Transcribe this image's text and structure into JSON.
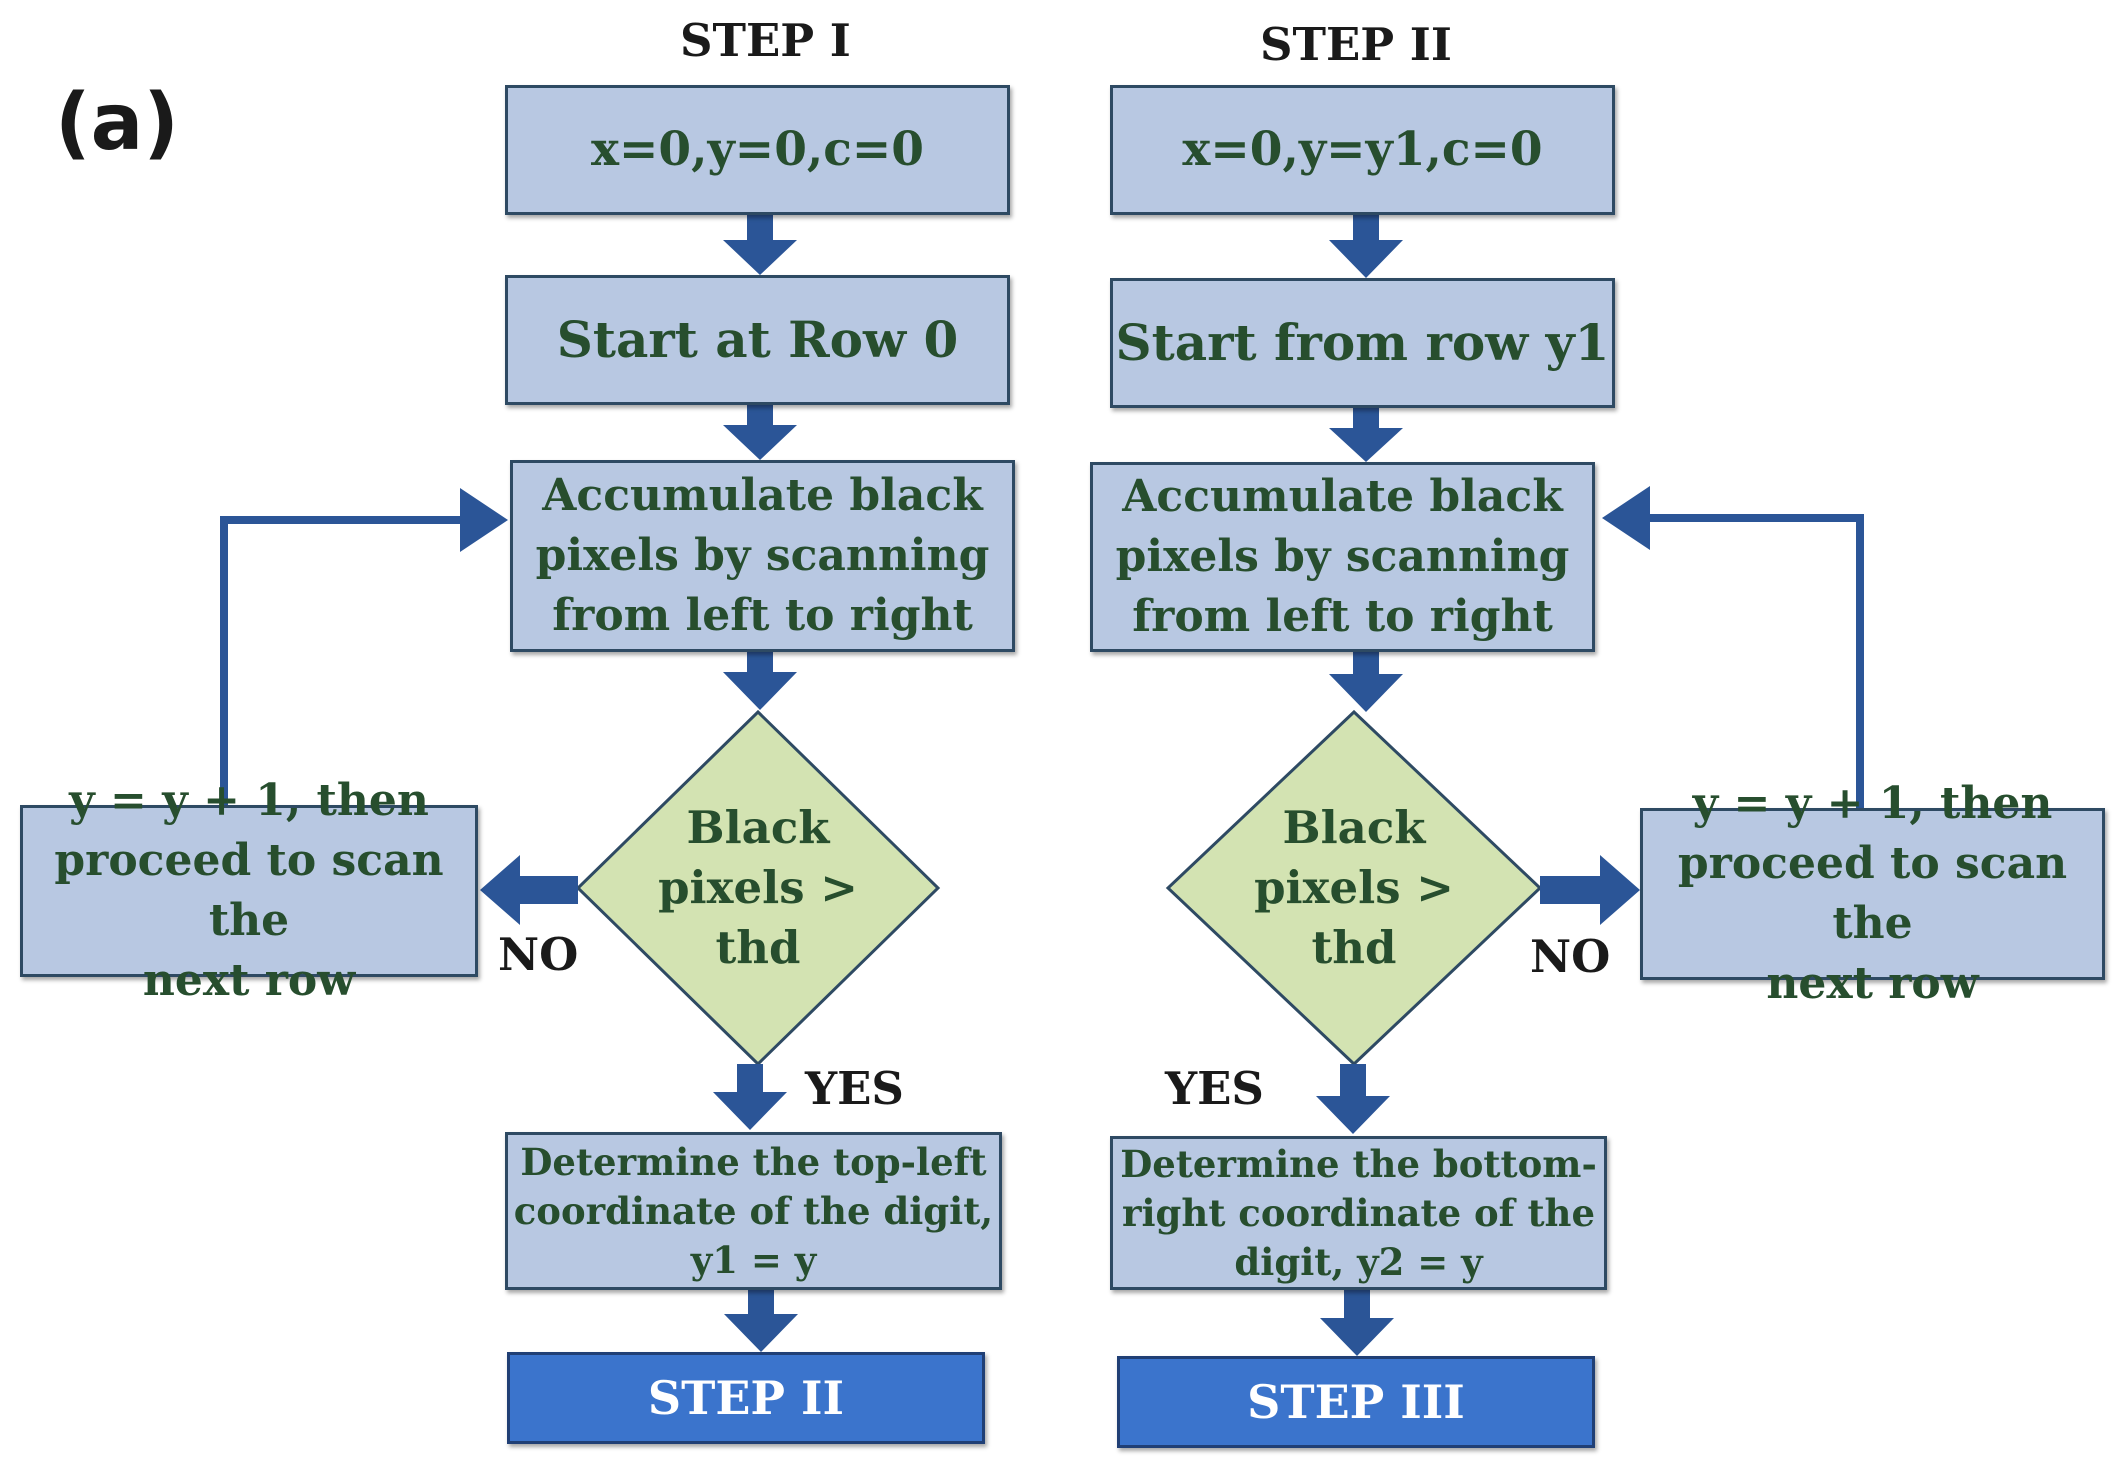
{
  "panel_label": "(a)",
  "steps": [
    {
      "title": "STEP I",
      "init": "x=0,y=0,c=0",
      "start": "Start at Row 0",
      "accumulate": "Accumulate black\npixels by scanning\nfrom left to right",
      "decision": "Black\npixels >\nthd",
      "increment": "y = y + 1, then\nproceed to scan the\nnext row",
      "no_label": "NO",
      "yes_label": "YES",
      "determine": "Determine the top-left\ncoordinate of the digit,\ny1 = y",
      "next": "STEP II"
    },
    {
      "title": "STEP II",
      "init": "x=0,y=y1,c=0",
      "start": "Start from row y1",
      "accumulate": "Accumulate black\npixels by scanning\nfrom left to right",
      "decision": "Black\npixels >\nthd",
      "increment": "y = y + 1, then\nproceed to scan the\nnext row",
      "no_label": "NO",
      "yes_label": "YES",
      "determine": "Determine the bottom-\nright coordinate of the\ndigit,  y2 = y",
      "next": "STEP III"
    }
  ],
  "colors": {
    "process_fill": "#b8c8e2",
    "decision_fill": "#d3e3b2",
    "final_fill": "#3b74cc",
    "arrow": "#2b5597",
    "text": "#274e2e"
  }
}
